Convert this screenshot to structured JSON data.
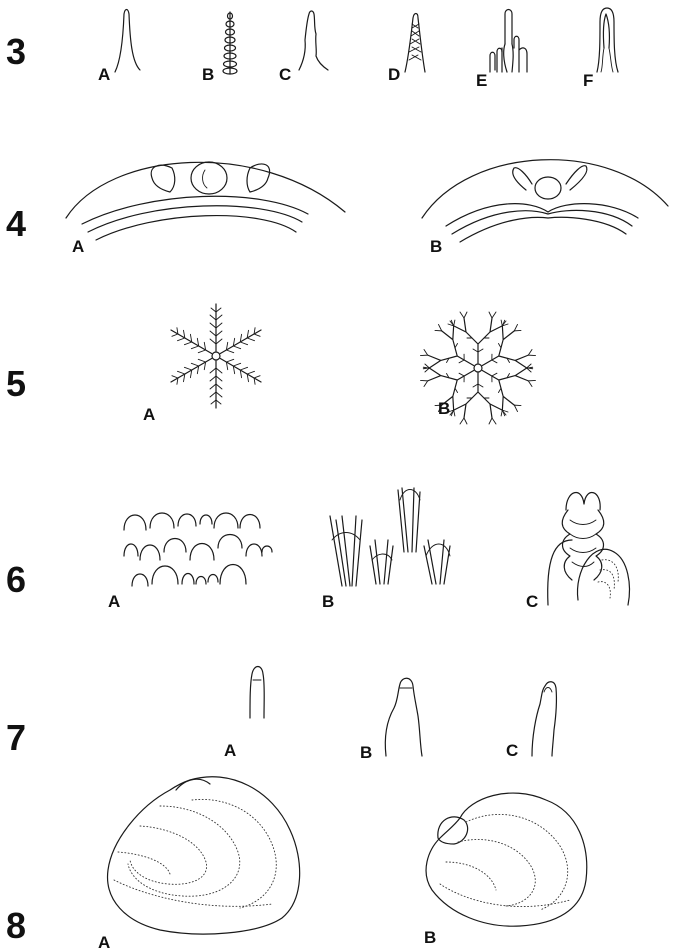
{
  "rows": [
    {
      "number": "3",
      "labels": [
        "A",
        "B",
        "C",
        "D",
        "E",
        "F"
      ]
    },
    {
      "number": "4",
      "labels": [
        "A",
        "B"
      ]
    },
    {
      "number": "5",
      "labels": [
        "A",
        "B"
      ]
    },
    {
      "number": "6",
      "labels": [
        "A",
        "B",
        "C"
      ]
    },
    {
      "number": "7",
      "labels": [
        "A",
        "B",
        "C"
      ]
    },
    {
      "number": "8",
      "labels": [
        "A",
        "B"
      ]
    }
  ]
}
